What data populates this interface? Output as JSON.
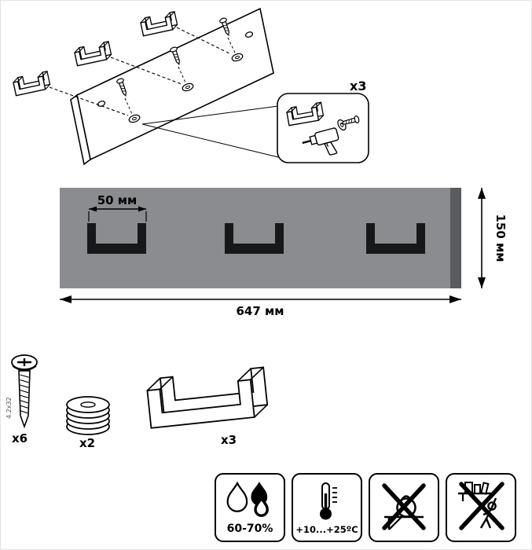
{
  "exploded_view": {
    "callout_count": "x3"
  },
  "front_view": {
    "hook_spacing_label": "50 мм",
    "width_label": "647 мм",
    "height_label": "150 мм"
  },
  "hardware": {
    "screw_count": "x6",
    "screw_size": "4.2x32",
    "washer_count": "x2",
    "hook_count": "x3"
  },
  "conditions": {
    "humidity_range": "60-70%",
    "temperature_range": "+10...+25ºC"
  },
  "colors": {
    "board_gray": "#8a8c8f",
    "board_edge": "#595b5e",
    "hook_black": "#17181a"
  }
}
